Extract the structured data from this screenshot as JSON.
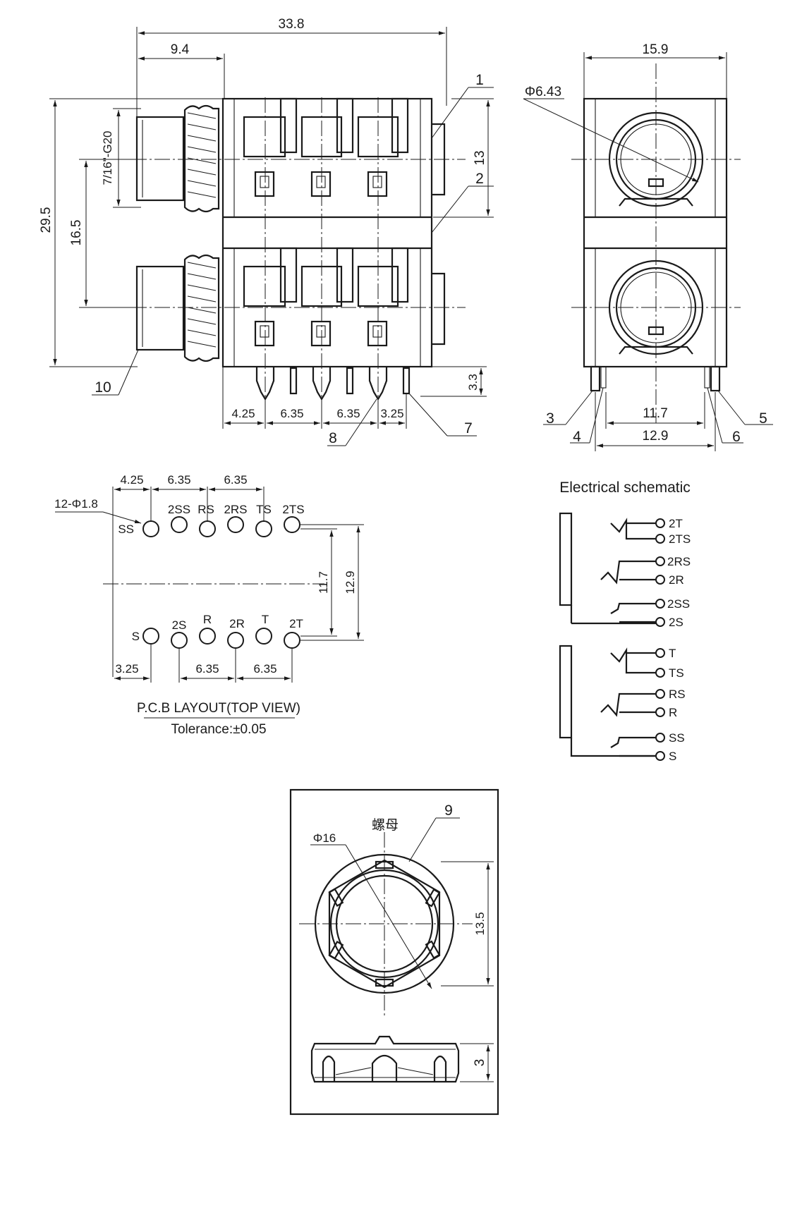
{
  "front_view": {
    "dims": {
      "overall_width": "33.8",
      "bushing_length": "9.4",
      "overall_height": "29.5",
      "jack_pitch": "16.5",
      "thread": "7/16\"-G20",
      "upper_height": "13",
      "pin_length": "3.3",
      "bottom_a": "4.25",
      "bottom_b": "6.35",
      "bottom_c": "6.35",
      "bottom_d": "3.25"
    },
    "callouts": [
      "1",
      "2",
      "7",
      "8",
      "10"
    ]
  },
  "side_view": {
    "dims": {
      "width": "15.9",
      "bore_diameter": "Φ6.43",
      "inner_span": "11.7",
      "outer_span": "12.9"
    },
    "callouts": [
      "3",
      "4",
      "5",
      "6"
    ]
  },
  "pcb_layout": {
    "hole_spec": "12-Φ1.8",
    "top_dims": [
      "4.25",
      "6.35",
      "6.35"
    ],
    "bottom_dims": [
      "3.25",
      "6.35",
      "6.35"
    ],
    "vertical_dims": [
      "11.7",
      "12.9"
    ],
    "top_row": [
      "SS",
      "2SS",
      "RS",
      "2RS",
      "TS",
      "2TS"
    ],
    "bottom_row": [
      "S",
      "2S",
      "R",
      "2R",
      "T",
      "2T"
    ],
    "title": "P.C.B LAYOUT(TOP VIEW)",
    "tolerance": "Tolerance:±0.05"
  },
  "schematic": {
    "title": "Electrical schematic",
    "upper_jack": [
      "2T",
      "2TS",
      "2RS",
      "2R",
      "2SS",
      "2S"
    ],
    "lower_jack": [
      "T",
      "TS",
      "RS",
      "R",
      "SS",
      "S"
    ]
  },
  "nut_view": {
    "label": "螺母",
    "callout": "9",
    "diameter": "Φ16",
    "across_flats": "13.5",
    "thickness": "3"
  }
}
